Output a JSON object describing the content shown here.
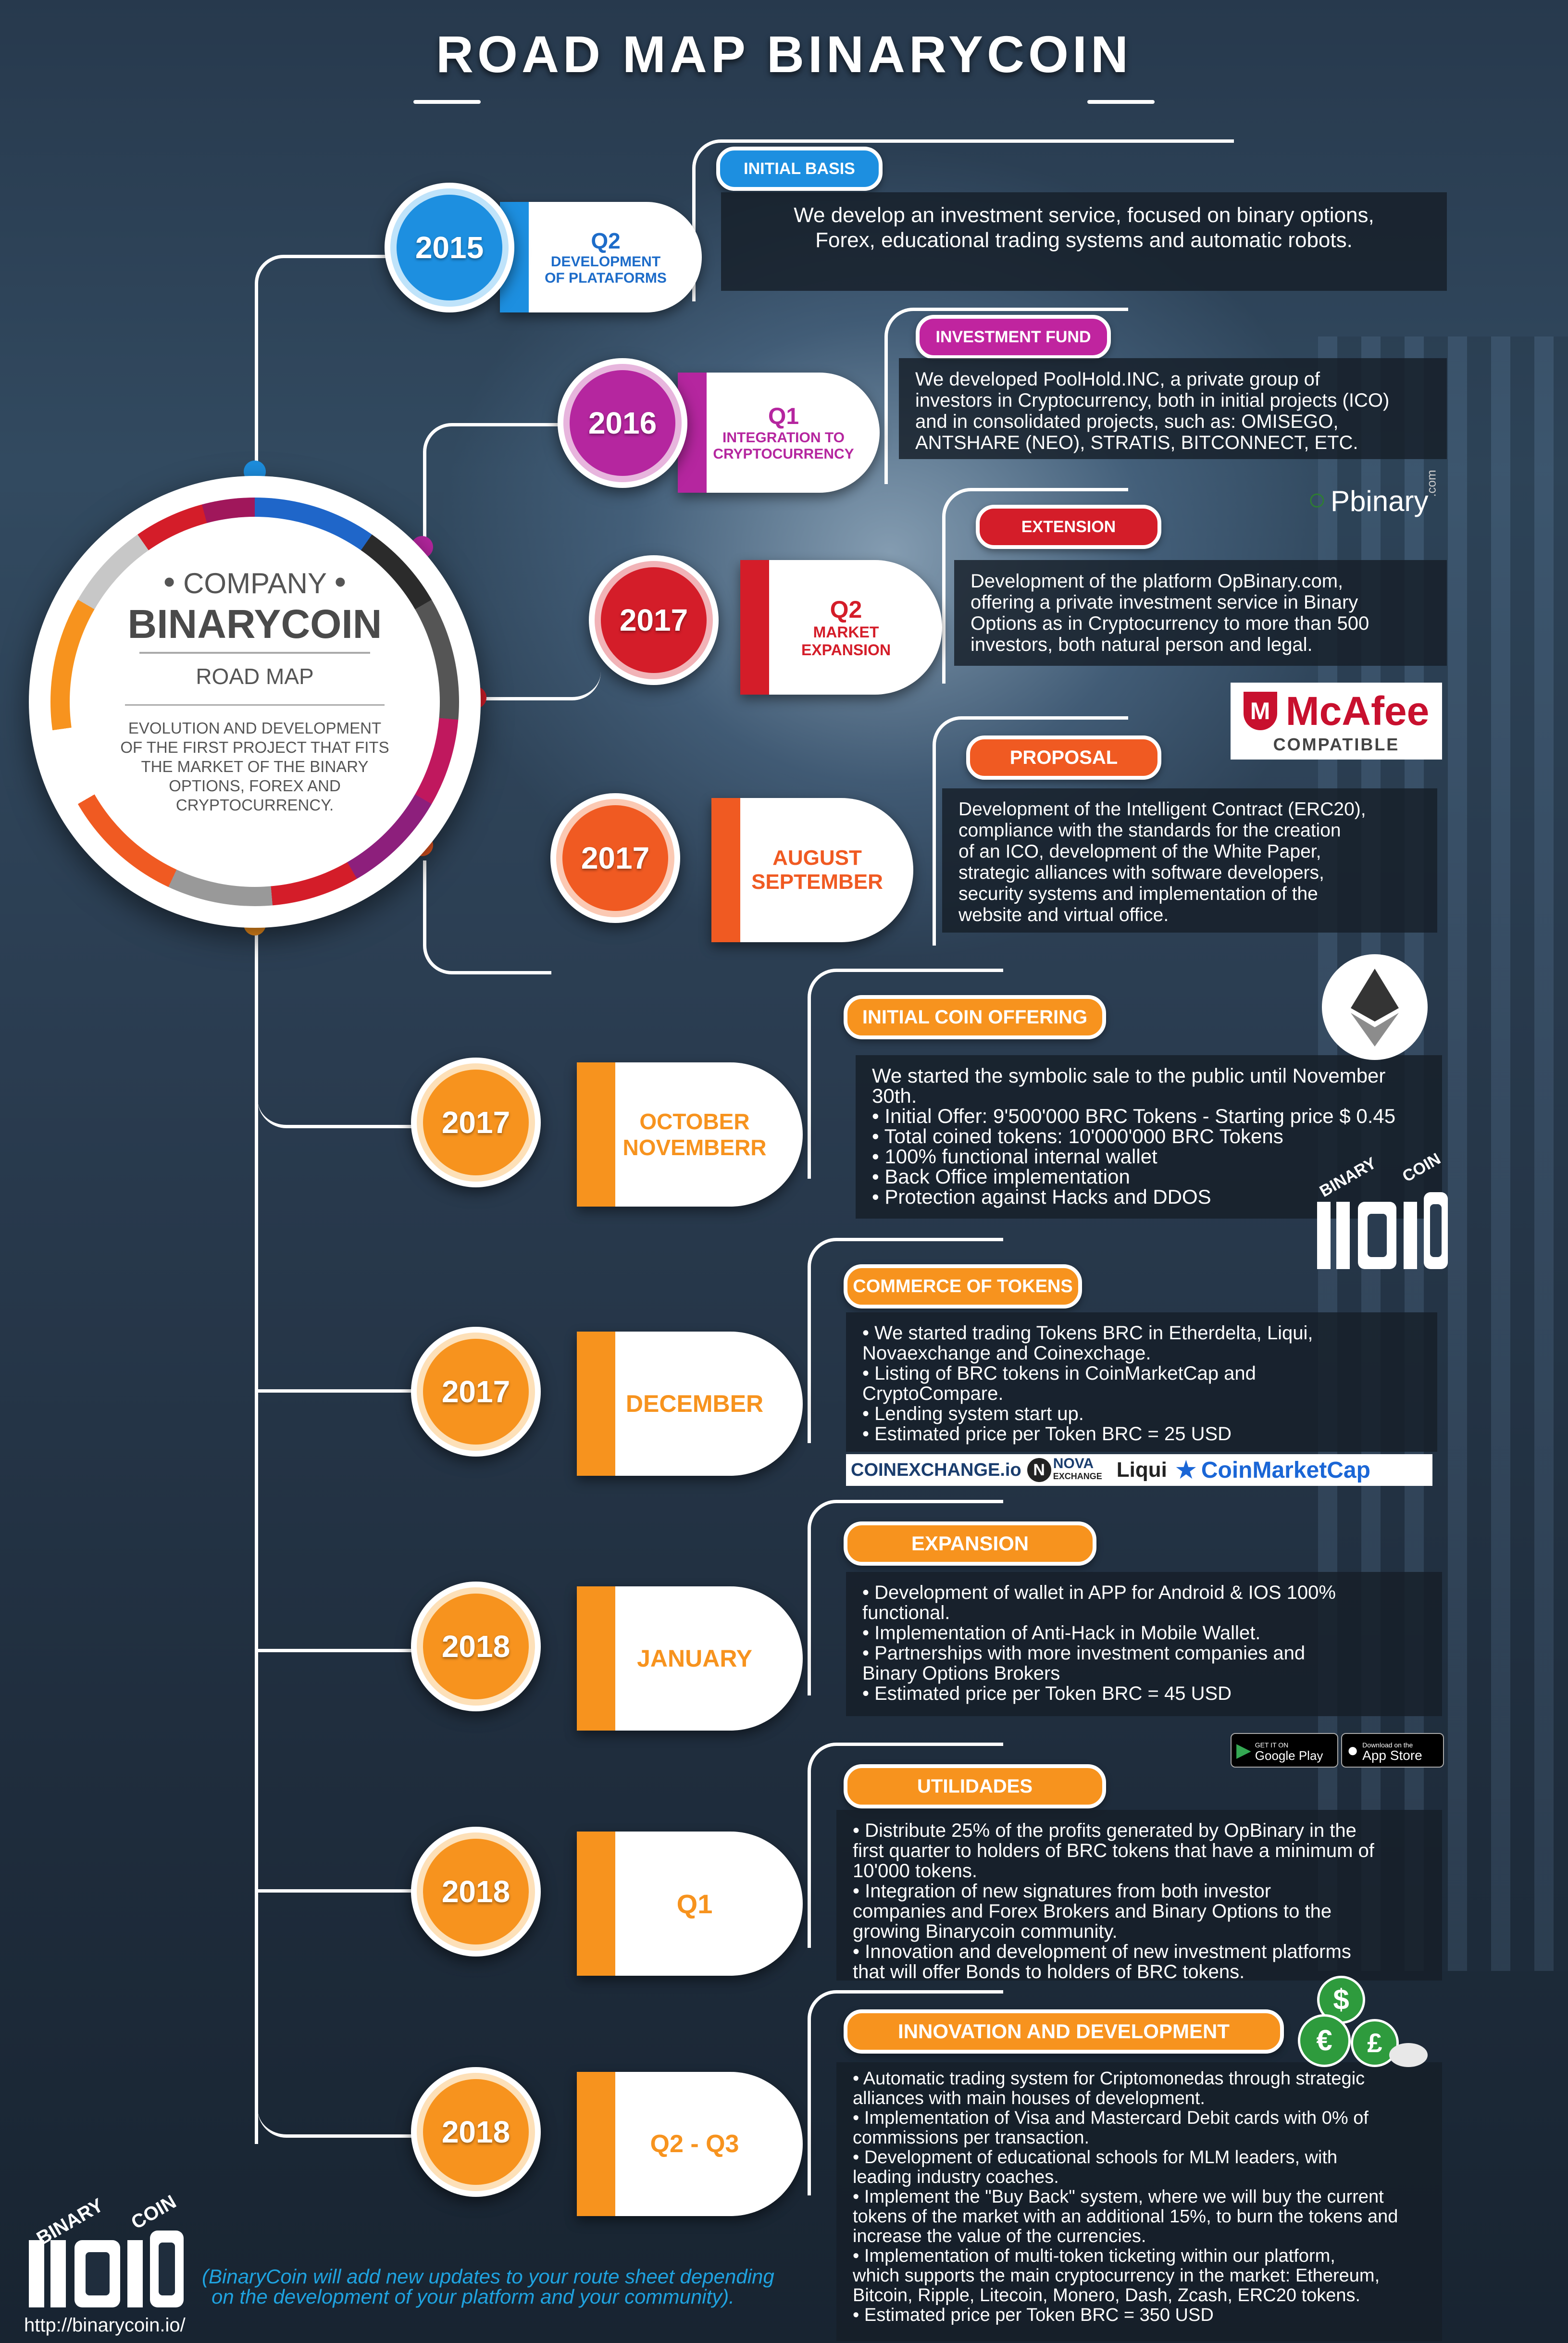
{
  "title": "ROAD MAP BINARYCOIN",
  "company": {
    "line1": "COMPANY",
    "name": "BINARYCOIN",
    "subtitle": "ROAD MAP",
    "description": [
      "EVOLUTION AND DEVELOPMENT",
      "OF THE FIRST PROJECT THAT FITS",
      "THE MARKET OF THE BINARY",
      "OPTIONS, FOREX AND",
      "CRYPTOCURRENCY."
    ]
  },
  "milestones": [
    {
      "year": "2015",
      "period": [
        "Q2"
      ],
      "subperiod": [
        "DEVELOPMENT",
        "OF PLATAFORMS"
      ],
      "color": "#1d8fe0",
      "badge": "INITIAL BASIS",
      "text": [
        "We develop an investment service, focused on binary options,",
        "Forex, educational trading systems and automatic robots."
      ]
    },
    {
      "year": "2016",
      "period": [
        "Q1"
      ],
      "subperiod": [
        "INTEGRATION TO",
        "CRYPTOCURRENCY"
      ],
      "color": "#b5269f",
      "badge": "INVESTMENT FUND",
      "text": [
        "We developed PoolHold.INC, a private group of",
        "investors in Cryptocurrency, both in initial projects (ICO)",
        "and in consolidated projects, such as: OMISEGO,",
        "ANTSHARE (NEO), STRATIS, BITCONNECT, ETC."
      ]
    },
    {
      "year": "2017",
      "period": [
        "Q2"
      ],
      "subperiod": [
        "MARKET",
        "EXPANSION"
      ],
      "color": "#d41d29",
      "badge": "EXTENSION",
      "text": [
        "Development of the platform OpBinary.com,",
        "offering a private investment service in Binary",
        "Options as in Cryptocurrency to more than 500",
        "investors, both natural person and legal."
      ]
    },
    {
      "year": "2017",
      "period": [
        "AUGUST",
        "SEPTEMBER"
      ],
      "subperiod": [],
      "color": "#f05a22",
      "badge": "PROPOSAL",
      "text": [
        "Development of the Intelligent Contract (ERC20),",
        "compliance with the standards for the creation",
        "of an ICO, development of the White Paper,",
        "strategic alliances with software developers,",
        "security systems and implementation of the",
        "website and virtual office."
      ]
    },
    {
      "year": "2017",
      "period": [
        "OCTOBER",
        "NOVEMBERR"
      ],
      "subperiod": [],
      "color": "#f7931e",
      "badge": "INITIAL COIN OFFERING",
      "text": [
        "We started the symbolic sale to the public until November",
        "30th.",
        "• Initial Offer: 9'500'000 BRC Tokens - Starting price $ 0.45",
        "• Total coined tokens: 10'000'000 BRC Tokens",
        "• 100% functional internal wallet",
        "• Back Office implementation",
        "• Protection against Hacks and DDOS"
      ]
    },
    {
      "year": "2017",
      "period": [
        "DECEMBER"
      ],
      "subperiod": [],
      "color": "#f7931e",
      "badge": "COMMERCE OF TOKENS",
      "text": [
        "• We started trading Tokens BRC in Etherdelta, Liqui,",
        "Novaexchange and Coinexchage.",
        "• Listing of BRC tokens in CoinMarketCap and",
        "CryptoCompare.",
        "• Lending system start up.",
        "• Estimated price per Token BRC = 25 USD"
      ]
    },
    {
      "year": "2018",
      "period": [
        "JANUARY"
      ],
      "subperiod": [],
      "color": "#f7931e",
      "badge": "EXPANSION",
      "text": [
        "• Development of wallet in APP for Android & IOS 100%",
        "functional.",
        "• Implementation of Anti-Hack in Mobile Wallet.",
        "• Partnerships with more investment companies and",
        "Binary Options Brokers",
        "• Estimated price per Token BRC = 45 USD"
      ]
    },
    {
      "year": "2018",
      "period": [
        "Q1"
      ],
      "subperiod": [],
      "color": "#f7931e",
      "badge": "UTILIDADES",
      "text": [
        "• Distribute 25% of the profits generated by OpBinary in the",
        "first quarter to holders of BRC tokens that have a minimum of",
        "10'000 tokens.",
        "• Integration of new signatures from both investor",
        "companies and Forex Brokers and Binary Options to the",
        "growing Binarycoin community.",
        "• Innovation and development of new investment platforms",
        "that will offer Bonds to holders of BRC tokens."
      ]
    },
    {
      "year": "2018",
      "period": [
        "Q2 - Q3"
      ],
      "subperiod": [],
      "color": "#f7931e",
      "badge": "INNOVATION AND DEVELOPMENT",
      "text": [
        "• Automatic trading system for Criptomonedas through strategic",
        "alliances with main houses of development.",
        "• Implementation of Visa and Mastercard Debit cards with 0% of",
        "commissions per transaction.",
        "• Development of educational schools for MLM leaders, with",
        "leading industry coaches.",
        "• Implement the \"Buy Back\" system, where we will buy the current",
        "tokens of the market with an additional 15%, to burn the tokens and",
        "increase the value of the currencies.",
        "• Implementation of multi-token ticketing within our platform,",
        "which supports the main cryptocurrency in the market: Ethereum,",
        "Bitcoin, Ripple, Litecoin, Monero, Dash, Zcash, ERC20 tokens.",
        "• Estimated price per Token BRC = 350 USD"
      ]
    }
  ],
  "logos": {
    "opbinary": "Pbinary",
    "opbinary_com": ".com",
    "mcafee": "McAfee",
    "mcafee_sub": "COMPATIBLE",
    "binarycoin_logo_top": "BINARY",
    "binarycoin_logo_side": "COIN",
    "exchanges": [
      "COINEXCHANGE.io",
      "NOVA",
      "EXCHANGE",
      "Liqui",
      "CoinMarketCap"
    ],
    "google_play_small": "GET IT ON",
    "google_play": "Google Play",
    "app_store_small": "Download on the",
    "app_store": "App Store"
  },
  "footer": {
    "note": [
      "(BinaryCoin will add new updates to your route sheet depending",
      "on the development of your platform and your community)."
    ],
    "url": "http://binarycoin.io/"
  }
}
